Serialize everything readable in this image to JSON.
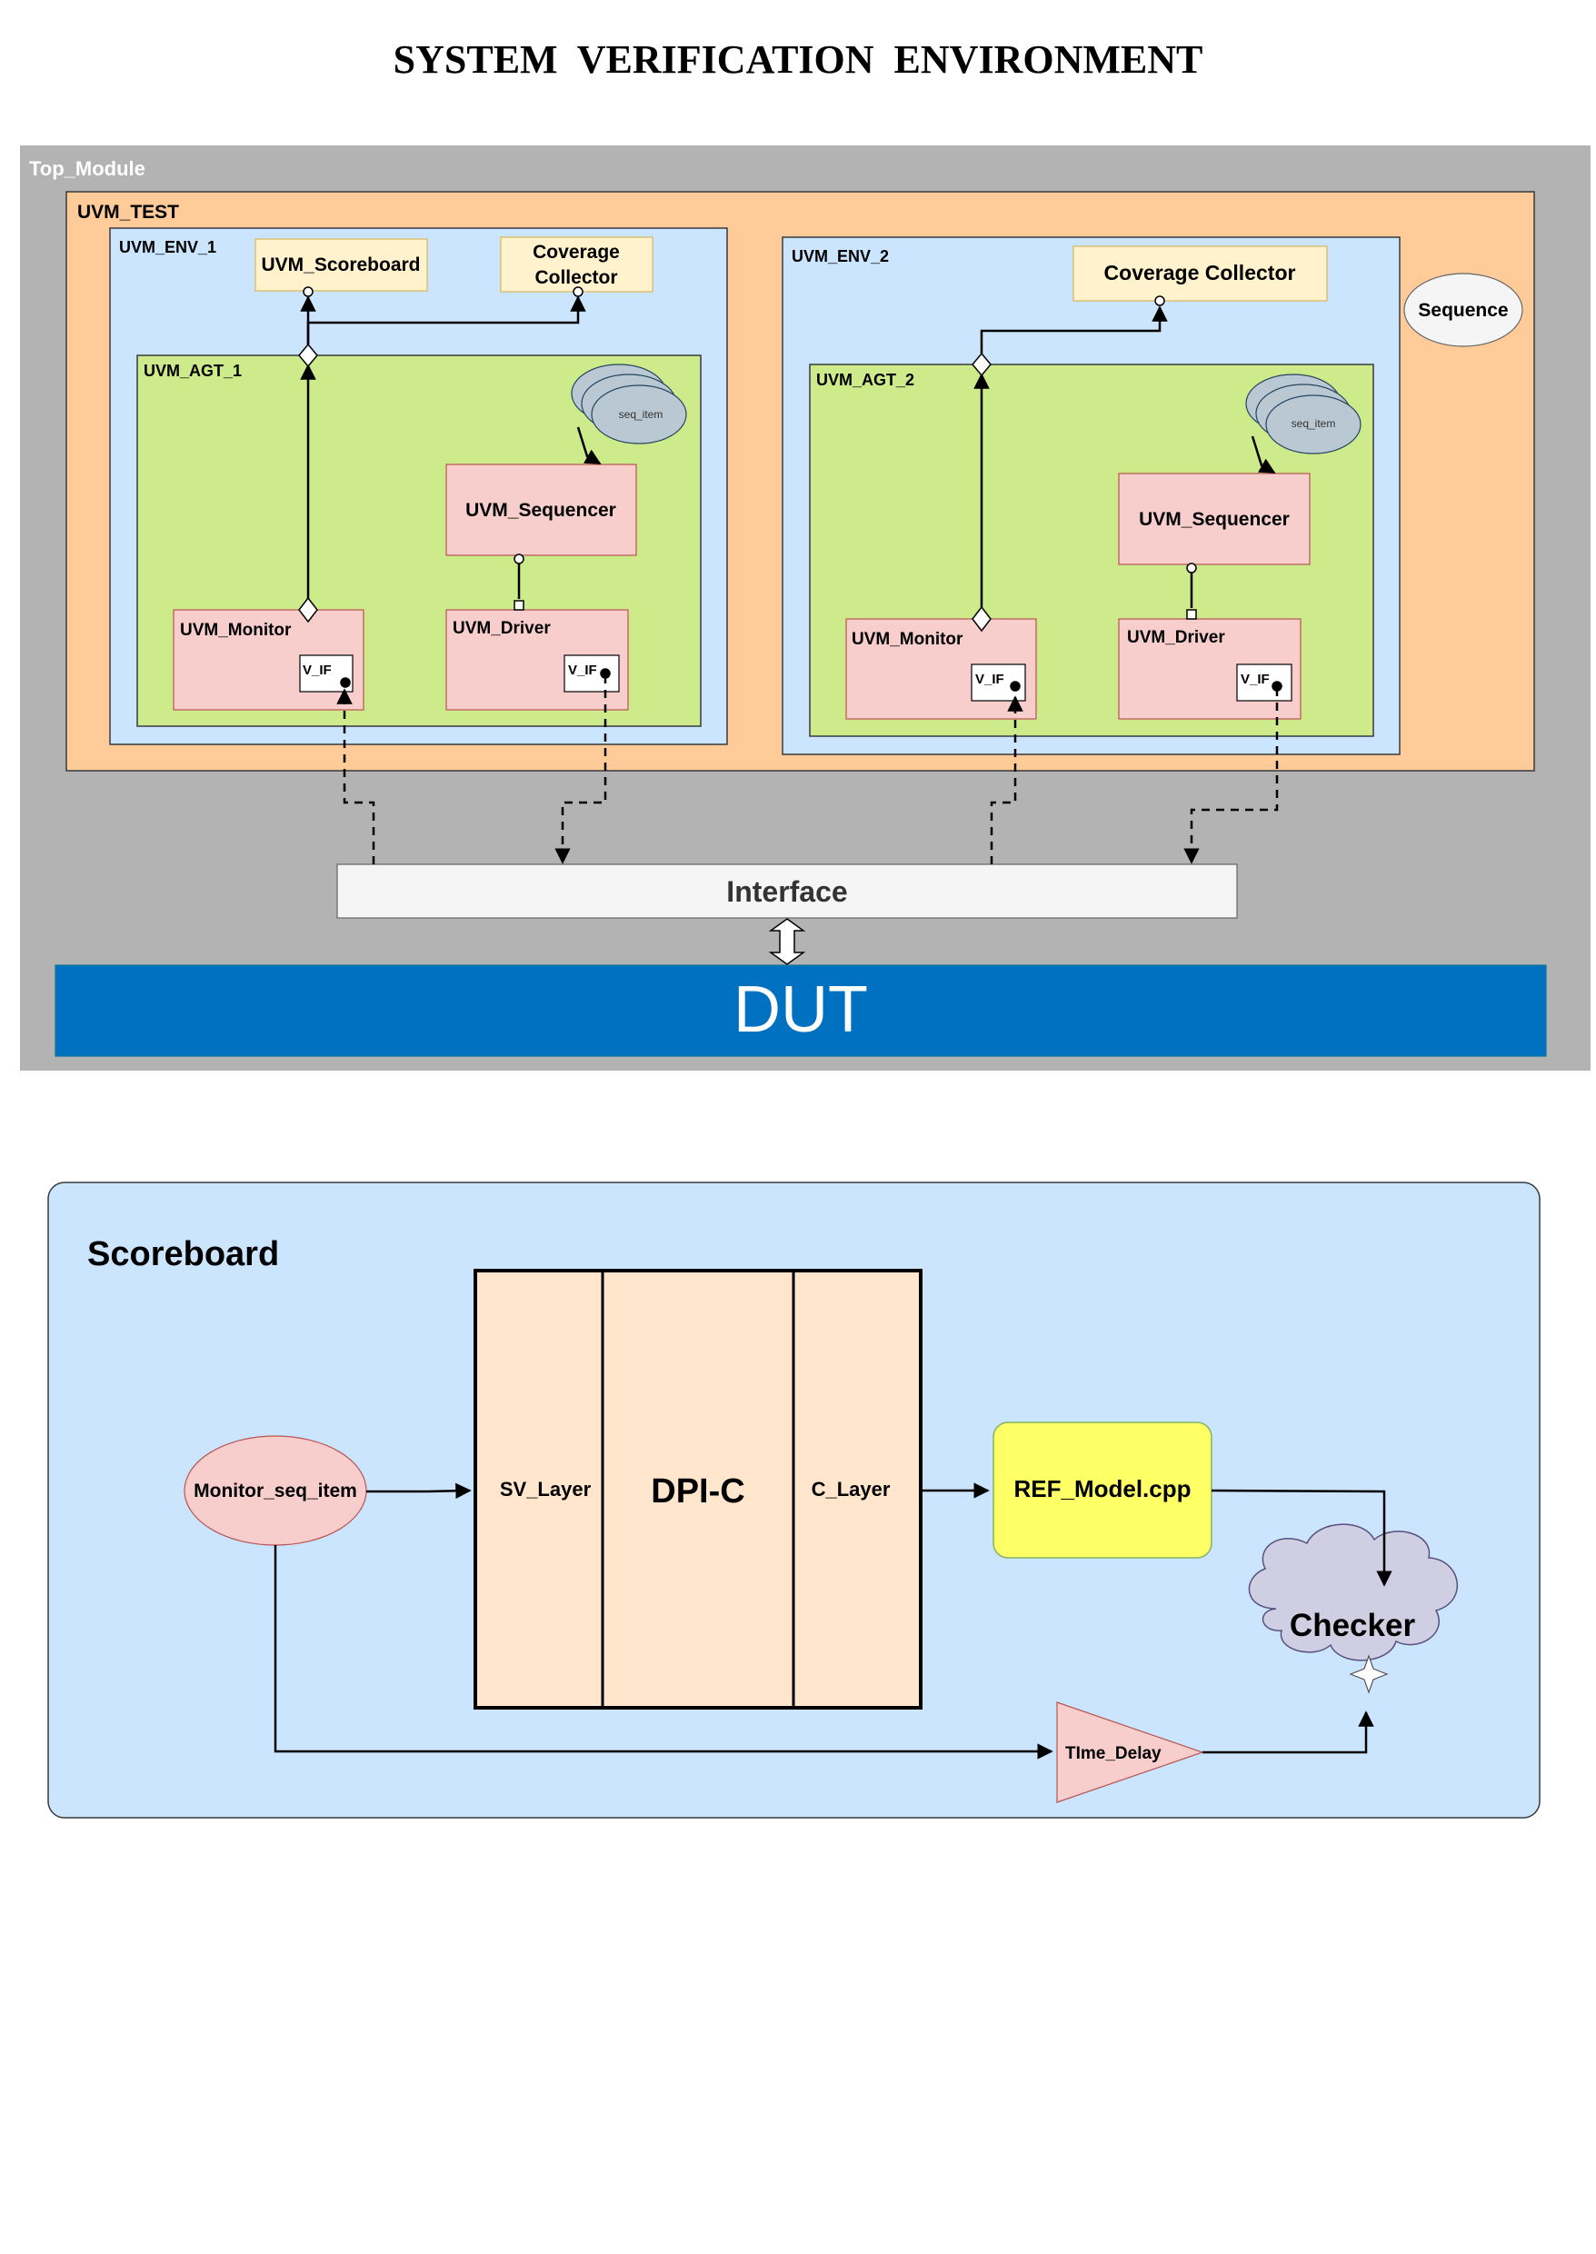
{
  "title": "SYSTEM  VERIFICATION  ENVIRONMENT",
  "top_module": {
    "label": "Top_Module",
    "uvm_test": "UVM_TEST",
    "sequence": "Sequence",
    "env1": {
      "label": "UVM_ENV_1",
      "scoreboard": "UVM_Scoreboard",
      "coverage_line1": "Coverage",
      "coverage_line2": "Collector",
      "agent": "UVM_AGT_1",
      "seq_item": "seq_item",
      "sequencer": "UVM_Sequencer",
      "monitor": "UVM_Monitor",
      "driver": "UVM_Driver",
      "vif": "V_IF"
    },
    "env2": {
      "label": "UVM_ENV_2",
      "coverage": "Coverage Collector",
      "agent": "UVM_AGT_2",
      "seq_item": "seq_item",
      "sequencer": "UVM_Sequencer",
      "monitor": "UVM_Monitor",
      "driver": "UVM_Driver",
      "vif": "V_IF"
    },
    "interface": "Interface",
    "dut": "DUT"
  },
  "scoreboard_panel": {
    "title": "Scoreboard",
    "monitor_seq_item": "Monitor_seq_item",
    "sv_layer": "SV_Layer",
    "dpi_c": "DPI-C",
    "c_layer": "C_Layer",
    "ref_model": "REF_Model.cpp",
    "checker": "Checker",
    "time_delay": "TIme_Delay"
  },
  "colors": {
    "top_module_bg": "#b3b3b3",
    "uvm_test_bg": "#ffcc99",
    "env_bg": "#cce5ff",
    "agent_bg": "#cdeb8b",
    "component_bg": "#f8cecc",
    "component_border": "#b85450",
    "coverage_bg": "#fff2cc",
    "dut_bg": "#0070c0",
    "interface_bg": "#f5f5f5",
    "dpi_bg": "#ffe6cc",
    "ref_model_bg": "#ffff66",
    "checker_bg": "#d0cee2",
    "time_delay_bg": "#f8cecc",
    "seq_item_bg": "#bac8d3"
  }
}
